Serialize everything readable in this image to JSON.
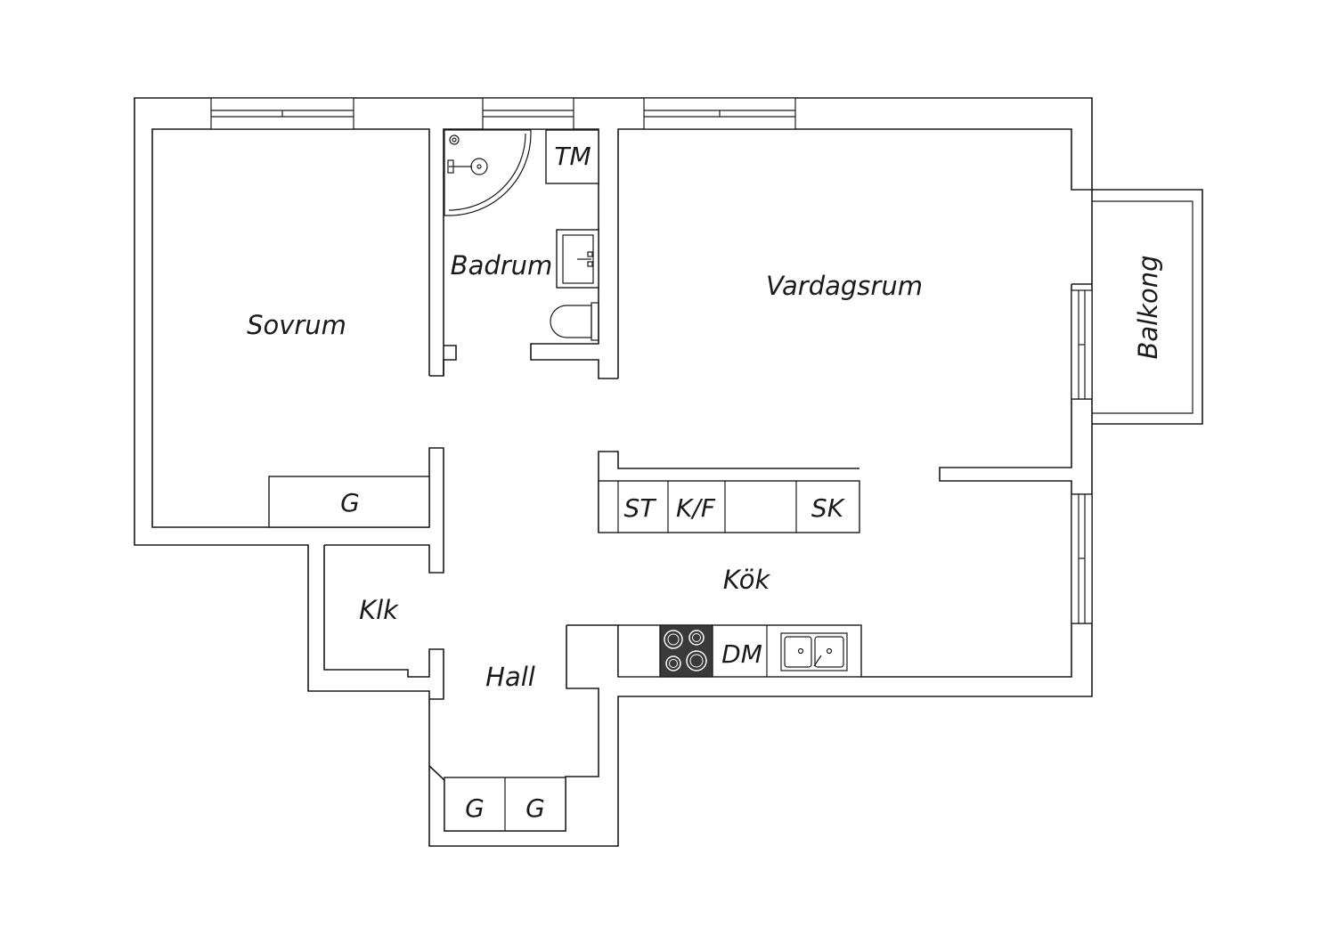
{
  "rooms": {
    "sovrum": "Sovrum",
    "badrum": "Badrum",
    "vardagsrum": "Vardagsrum",
    "balkong": "Balkong",
    "kok": "Kök",
    "klk": "Klk",
    "hall": "Hall"
  },
  "fixtures": {
    "tm": "TM",
    "garderob_sovrum": "G",
    "st": "ST",
    "kf": "K/F",
    "sk": "SK",
    "dm": "DM",
    "garderob_hall_1": "G",
    "garderob_hall_2": "G"
  },
  "colors": {
    "ink": "#1a1a1a",
    "paper": "#ffffff",
    "stove": "#3a3a3a"
  }
}
